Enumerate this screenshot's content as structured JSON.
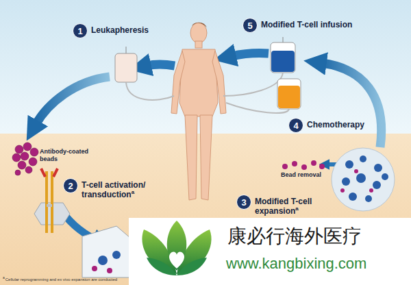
{
  "diagram": {
    "nodes": [
      {
        "text": [
          "1",
          "Leukapheresis"
        ]
      },
      {
        "text": [
          "5",
          "Modified T-cell infusion"
        ]
      },
      {
        "text": [
          "4",
          "Chemotherapy"
        ]
      },
      {
        "text": [
          "2",
          "T-cell activation/ transduction"
        ]
      },
      {
        "text": [
          "3",
          "Modified T-cell expansion"
        ]
      }
    ],
    "labels": [
      "Antibody-coated beads",
      "a",
      "Bead removal",
      "a",
      "a",
      "Cellular reprogramming and ex vivo expansion are conducted",
      "康必行海外医疗",
      "www.kangbixing.com"
    ]
  }
}
